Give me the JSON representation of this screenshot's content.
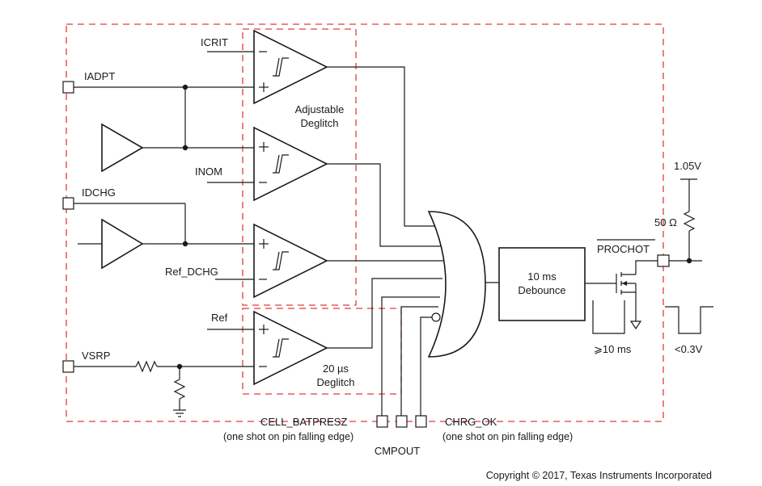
{
  "labels": {
    "icrit": "ICRIT",
    "iadpt": "IADPT",
    "adjustable_line1": "Adjustable",
    "adjustable_line2": "Deglitch",
    "inom": "INOM",
    "idchg": "IDCHG",
    "ref_dchg": "Ref_DCHG",
    "ref": "Ref",
    "vsrp": "VSRP",
    "deglitch20_line1": "20 µs",
    "deglitch20_line2": "Deglitch",
    "debounce_line1": "10 ms",
    "debounce_line2": "Debounce",
    "v105": "1.05V",
    "r50": "50 Ω",
    "prochot": "PROCHOT",
    "pulse10ms": "⩾10 ms",
    "lt03v": "<0.3V",
    "cell_batpresz": "CELL_BATPRESZ",
    "cell_note": "(one shot on pin falling edge)",
    "cmpout": "CMPOUT",
    "chrg_ok": "CHRG_OK",
    "chrg_note": "(one shot on pin falling edge)",
    "copyright": "Copyright © 2017, Texas Instruments Incorporated"
  },
  "colors": {
    "wire": "#1a1a1a",
    "dashed_boundary": "#e03c3c"
  }
}
